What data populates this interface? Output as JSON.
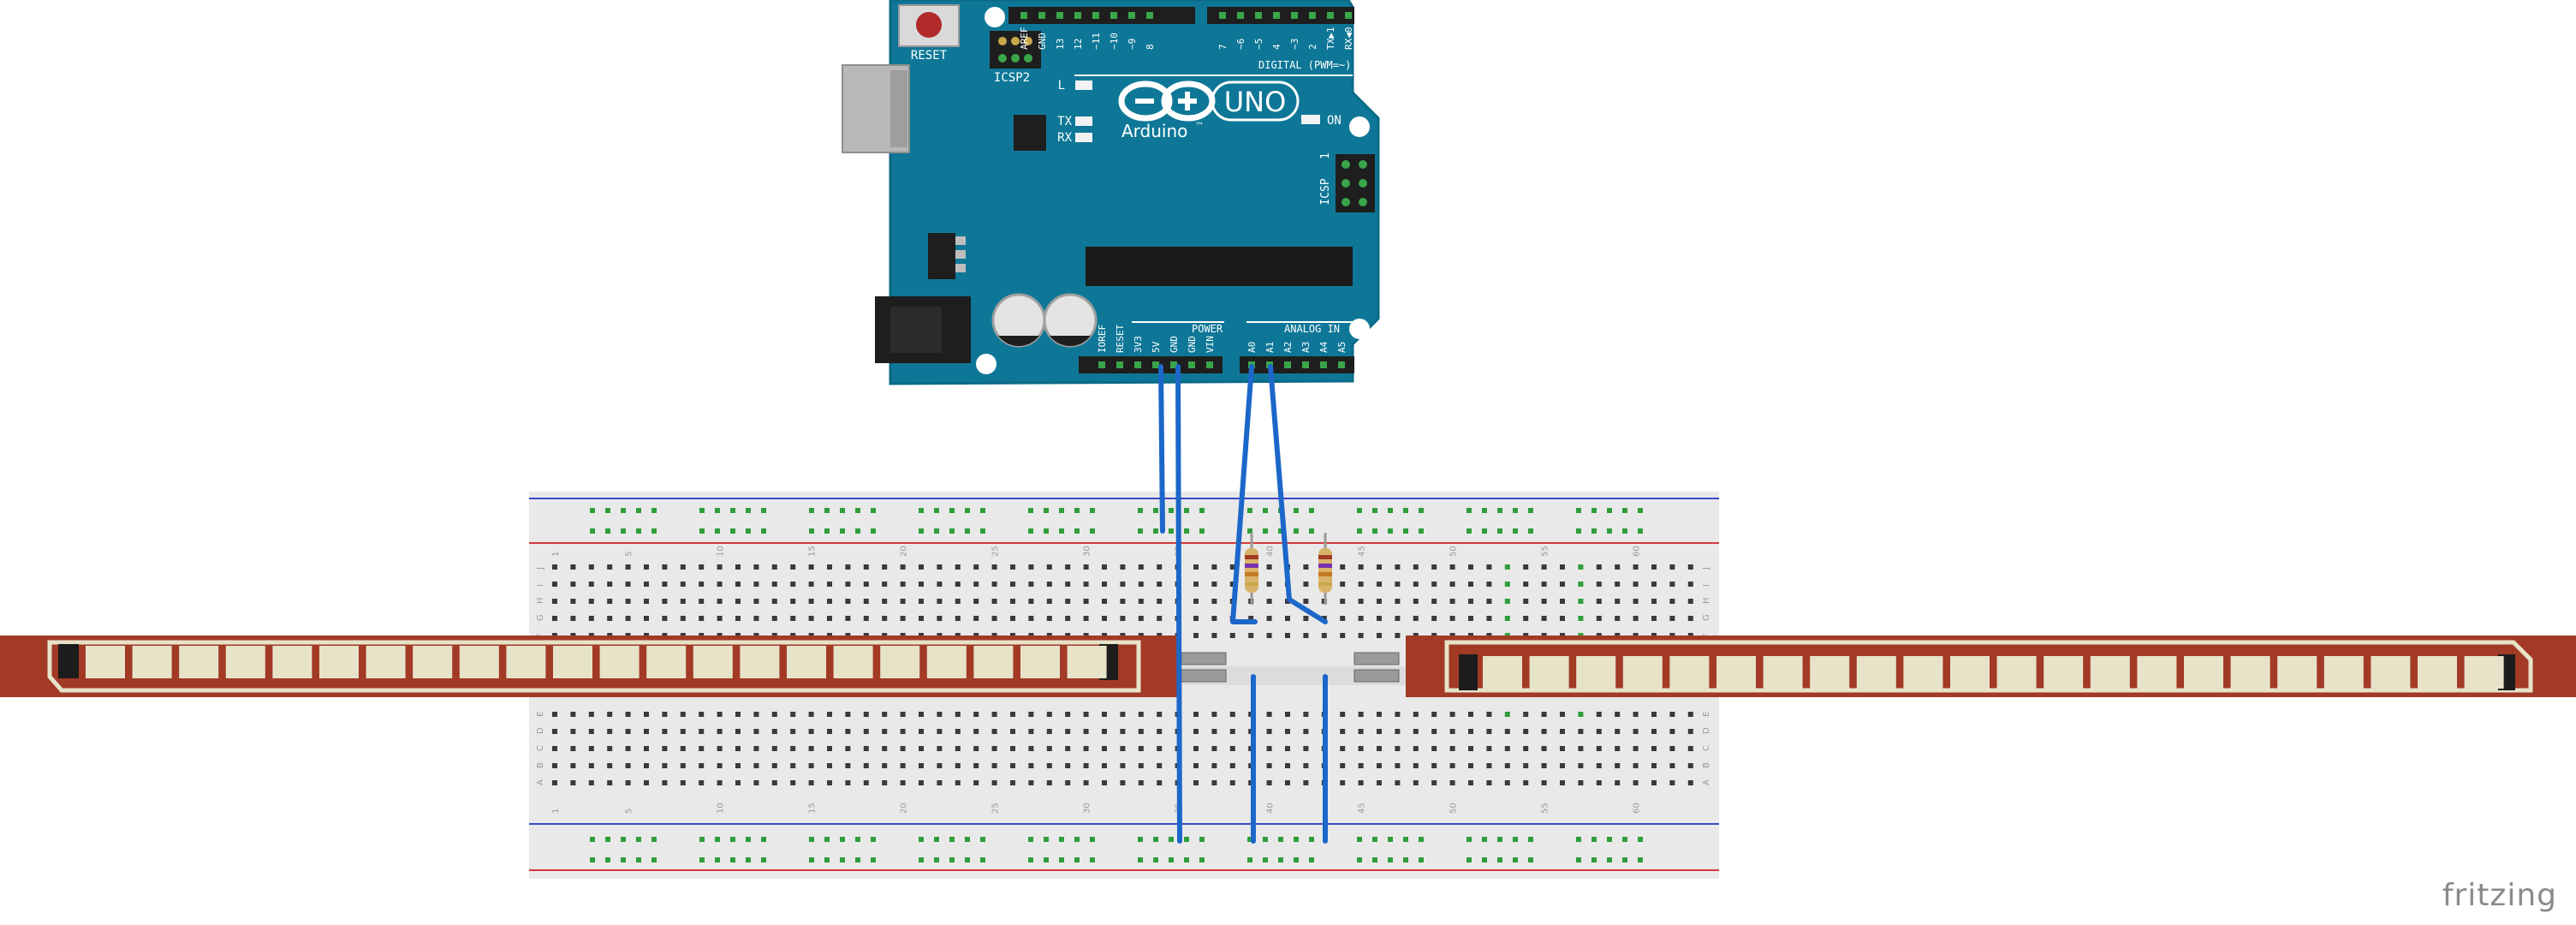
{
  "board": {
    "reset_label": "RESET",
    "icsp2_label": "ICSP2",
    "icsp_label": "ICSP",
    "icsp_pin1": "1",
    "led_l": "L",
    "led_tx": "TX",
    "led_rx": "RX",
    "led_on": "ON",
    "brand_name": "Arduino",
    "tm": "™",
    "model": "UNO",
    "digital_label": "DIGITAL (PWM=~)",
    "power_label": "POWER",
    "analog_label": "ANALOG IN",
    "digital_top_pins": [
      "AREF",
      "GND",
      "13",
      "12",
      "~11",
      "~10",
      "~9",
      "8"
    ],
    "digital_pins": [
      "7",
      "~6",
      "~5",
      "4",
      "~3",
      "2",
      "TX▶1",
      "RX◀0"
    ],
    "power_pins": [
      "IOREF",
      "RESET",
      "3V3",
      "5V",
      "GND",
      "GND",
      "VIN"
    ],
    "analog_pins": [
      "A0",
      "A1",
      "A2",
      "A3",
      "A4",
      "A5"
    ]
  },
  "breadboard": {
    "column_numbers": [
      "1",
      "5",
      "10",
      "15",
      "20",
      "25",
      "30",
      "35",
      "40",
      "45",
      "50",
      "55",
      "60"
    ],
    "row_letters_top": [
      "J",
      "I",
      "H",
      "G",
      "F"
    ],
    "row_letters_bottom": [
      "E",
      "D",
      "C",
      "B",
      "A"
    ]
  },
  "colors": {
    "board_blue": "#0e7797",
    "board_edge": "#0b6a87",
    "wire_blue": "#1c67c9",
    "sensor_copper": "#a23a26",
    "sensor_segment": "#e7e3c9",
    "breadboard": "#e9e9e9",
    "rail_red": "#d33a3a",
    "rail_blue": "#3a48c8",
    "hole_green": "#2f9e3a"
  },
  "watermark": "fritzing"
}
